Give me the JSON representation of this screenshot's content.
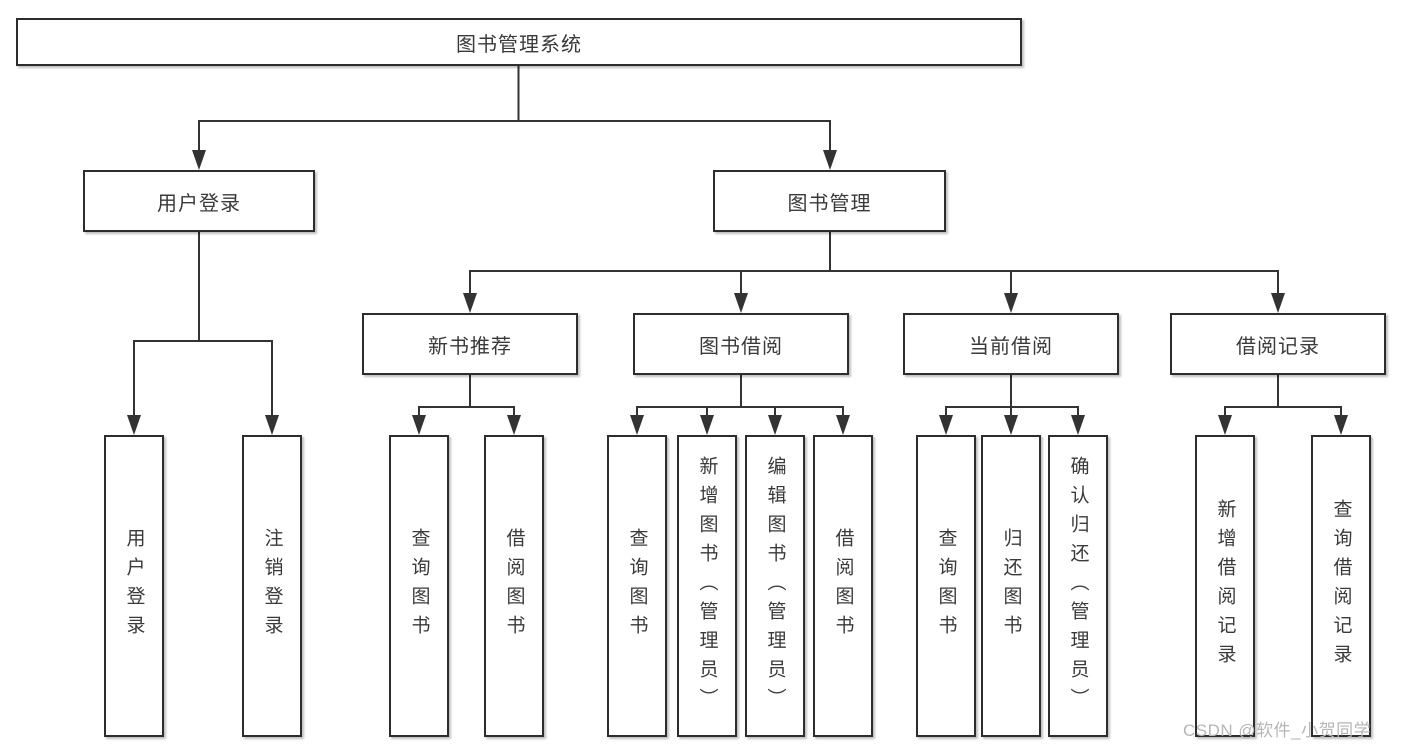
{
  "colors": {
    "background": "#ffffff",
    "line": "#333333",
    "box_border": "#2d2d2d",
    "text": "#3a3a3a",
    "watermark": "#b6b6b6"
  },
  "watermark": "CSDN @软件_小贺同学",
  "tree": {
    "root": {
      "label": "图书管理系统"
    },
    "branches": [
      {
        "label": "用户登录",
        "children": [
          {
            "label": "用户登录"
          },
          {
            "label": "注销登录"
          }
        ]
      },
      {
        "label": "图书管理",
        "children": [
          {
            "label": "新书推荐",
            "children": [
              {
                "label": "查询图书"
              },
              {
                "label": "借阅图书"
              }
            ]
          },
          {
            "label": "图书借阅",
            "children": [
              {
                "label": "查询图书"
              },
              {
                "label": "新增图书（管理员）"
              },
              {
                "label": "编辑图书（管理员）"
              },
              {
                "label": "借阅图书"
              }
            ]
          },
          {
            "label": "当前借阅",
            "children": [
              {
                "label": "查询图书"
              },
              {
                "label": "归还图书"
              },
              {
                "label": "确认归还（管理员）"
              }
            ]
          },
          {
            "label": "借阅记录",
            "children": [
              {
                "label": "新增借阅记录"
              },
              {
                "label": "查询借阅记录"
              }
            ]
          }
        ]
      }
    ]
  }
}
